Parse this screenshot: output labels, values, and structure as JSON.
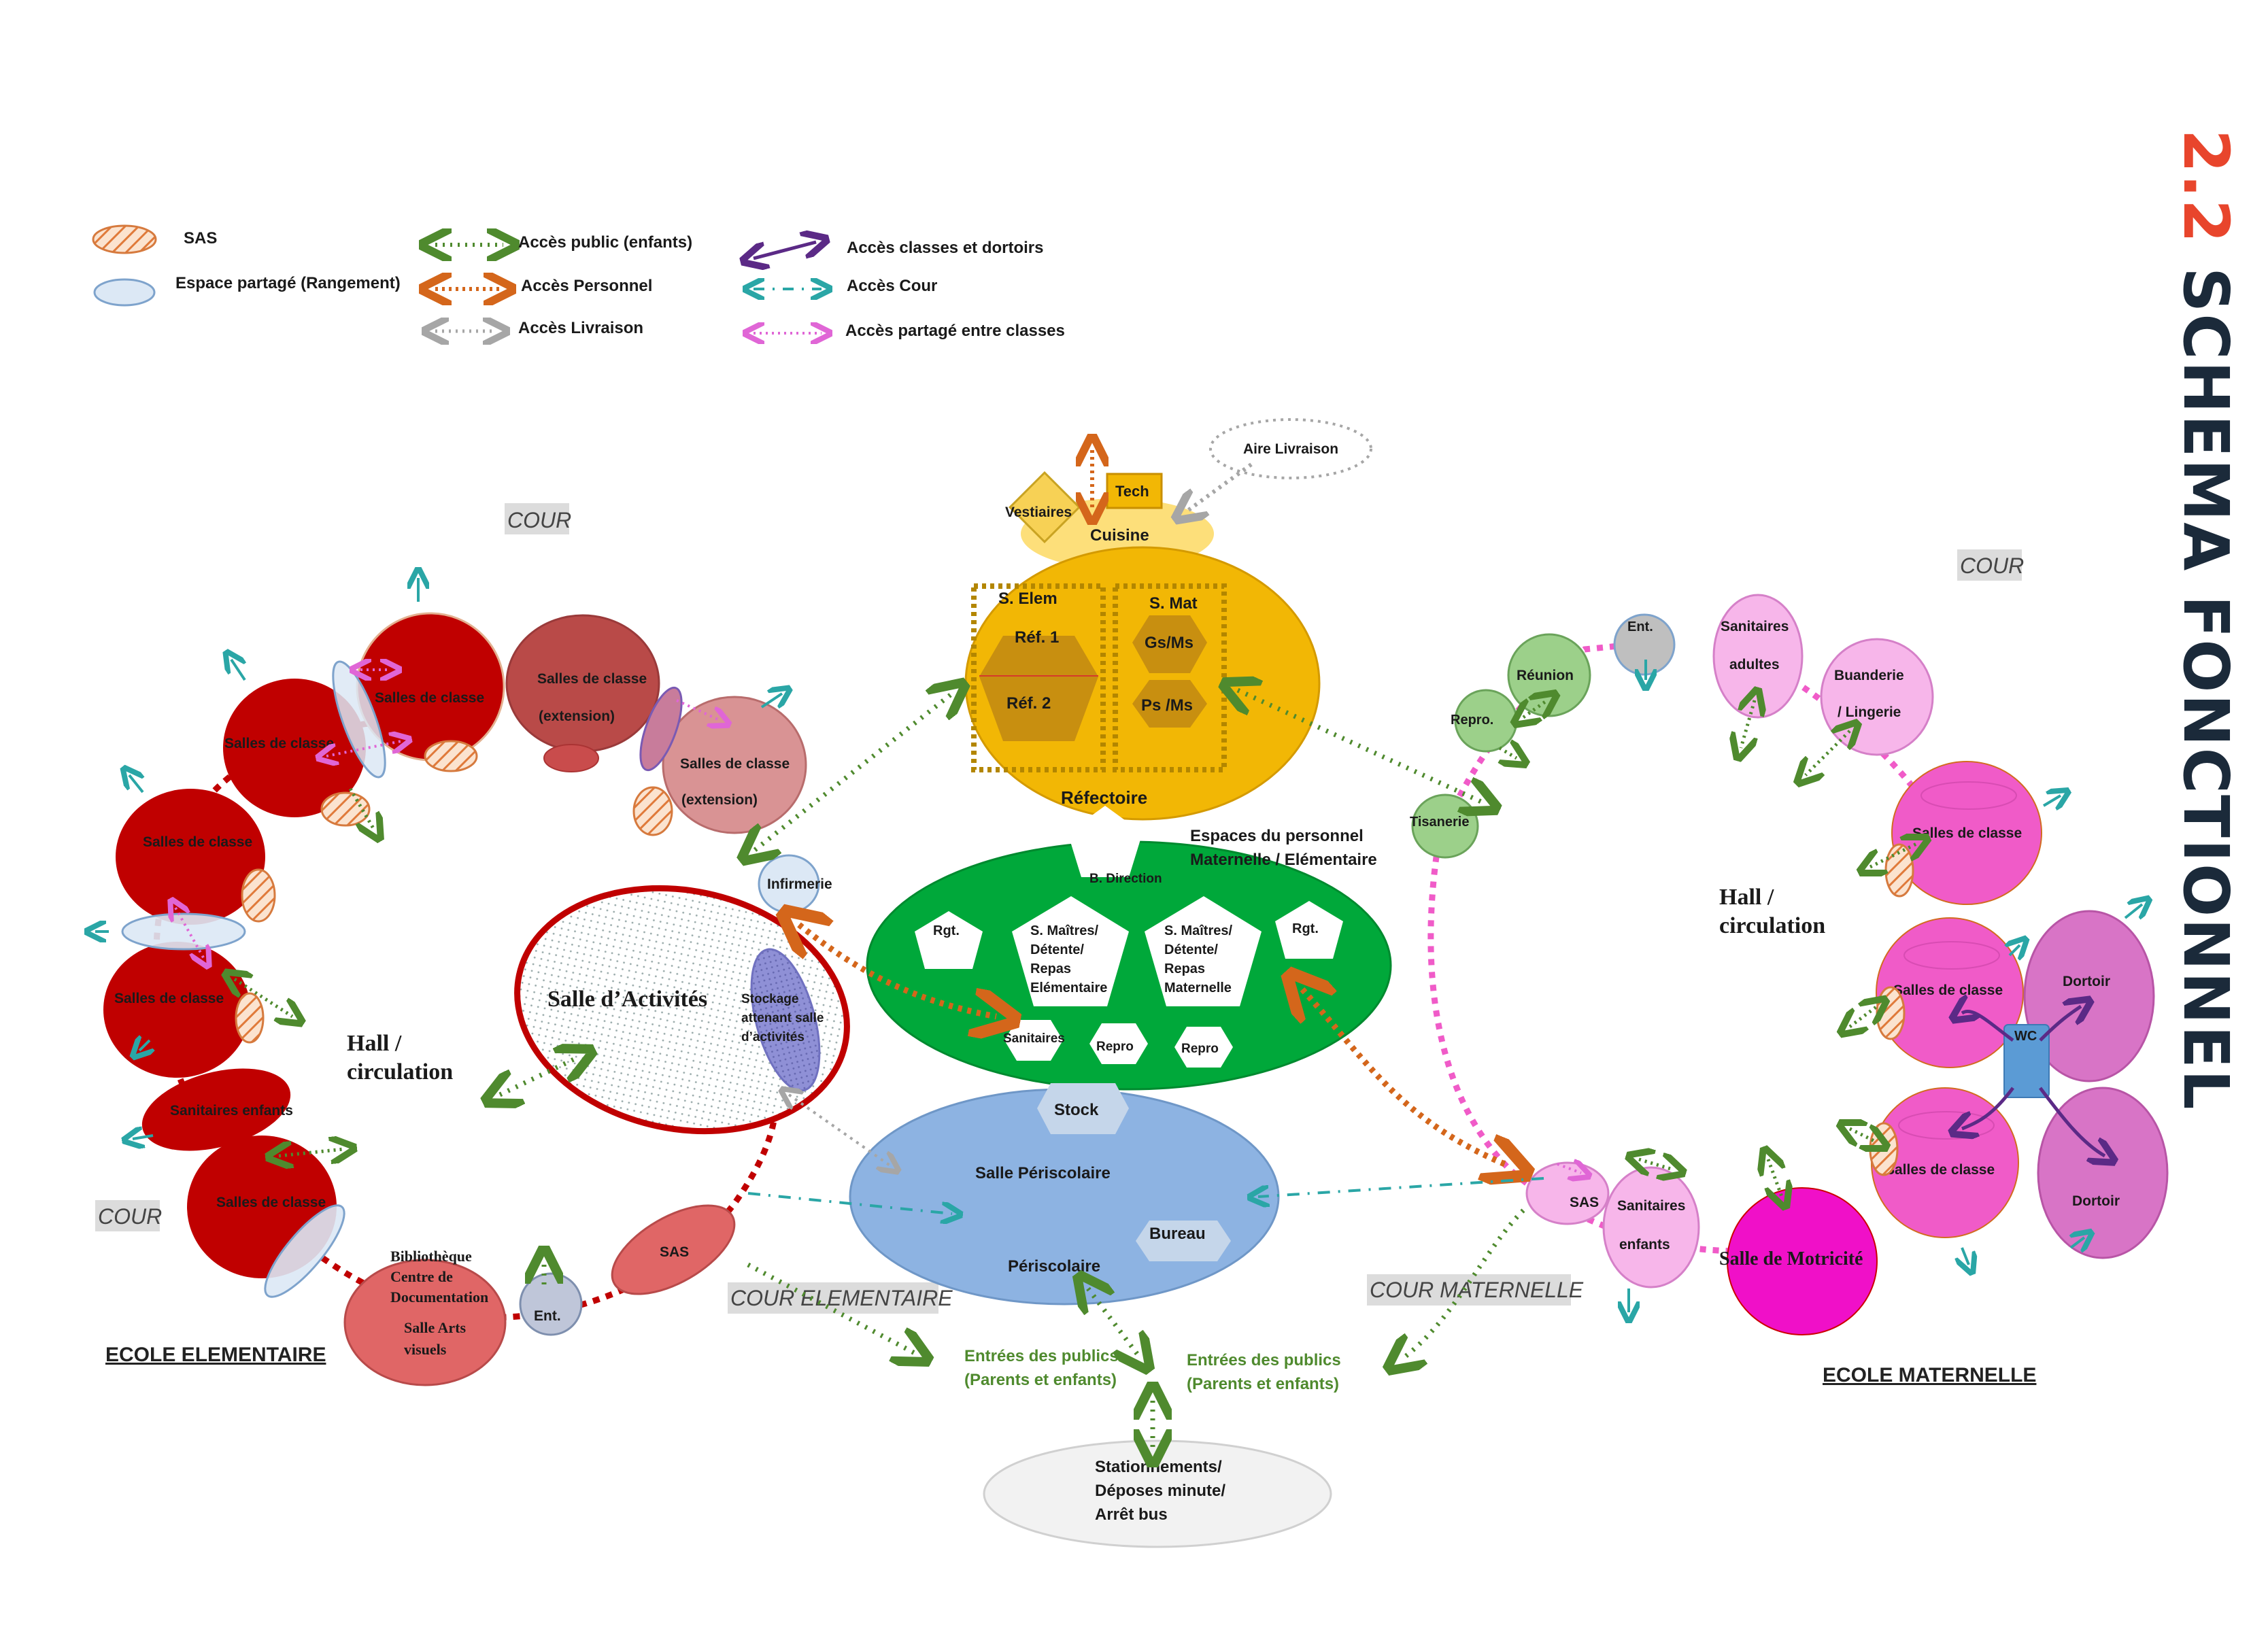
{
  "page_title": {
    "number": "2.2",
    "text": "SCHEMA FONCTIONNEL"
  },
  "legend": {
    "sas": "SAS",
    "shared": "Espace partagé (Rangement)",
    "public": "Accès public (enfants)",
    "staff": "Accès Personnel",
    "delivery": "Accès Livraison",
    "classes": "Accès classes et dortoirs",
    "cour": "Accès Cour",
    "shared_classes": "Accès partagé entre classes"
  },
  "colors": {
    "elementary": "#c00000",
    "maternelle": "#f05bc8",
    "refectoire": "#f2b705",
    "staff": "#00a83a",
    "periscolaire": "#8db3e2",
    "public_arrow": "#4f8a2e",
    "staff_arrow": "#d4661b",
    "delivery_arrow": "#a6a6a6",
    "classes_arrow": "#5b2a86",
    "cour_arrow": "#2aa6a6",
    "shared_arrow": "#e066d6"
  },
  "courtyards": {
    "cour_top_left": "COUR",
    "cour_left": "COUR",
    "cour_right": "COUR",
    "cour_elementaire": "COUR ELEMENTAIRE",
    "cour_maternelle": "COUR MATERNELLE"
  },
  "school_labels": {
    "elementaire": "ECOLE ELEMENTAIRE",
    "maternelle": "ECOLE MATERNELLE"
  },
  "elementary": {
    "classroom": "Salles de classe",
    "extension_a": "Salles de classe",
    "extension_b": "(extension)",
    "hall_a": "Hall /",
    "hall_b": "circulation",
    "sanitaires": "Sanitaires enfants",
    "bibliotheque_1": "Bibliothèque",
    "bibliotheque_2": "Centre de",
    "bibliotheque_3": "Documentation",
    "arts_1": "Salle Arts",
    "arts_2": "visuels",
    "ent": "Ent.",
    "sas": "SAS",
    "infirmerie": "Infirmerie"
  },
  "activities": {
    "title": "Salle d’Activités",
    "storage_1": "Stockage",
    "storage_2": "attenant salle",
    "storage_3": "d’activités"
  },
  "kitchen": {
    "cuisine": "Cuisine",
    "tech": "Tech",
    "vestiaires": "Vestiaires",
    "livraison": "Aire Livraison",
    "refectoire": "Réfectoire",
    "s_elem": "S. Elem",
    "s_mat": "S. Mat",
    "ref1": "Réf. 1",
    "ref2": "Réf. 2",
    "gsms": "Gs/Ms",
    "psms": "Ps /Ms"
  },
  "staff": {
    "title_1": "Espaces du personnel",
    "title_2": "Maternelle / Elémentaire",
    "direction": "B. Direction",
    "rgt": "Rgt.",
    "maitres_elem": [
      "S. Maîtres/",
      "Détente/",
      "Repas",
      "Elémentaire"
    ],
    "maitres_mat": [
      "S. Maîtres/",
      "Détente/",
      "Repas",
      "Maternelle"
    ],
    "sanitaires": "Sanitaires",
    "repro": "Repro"
  },
  "periscolaire": {
    "stock": "Stock",
    "salle": "Salle Périscolaire",
    "bureau": "Bureau",
    "title": "Périscolaire"
  },
  "entrances": {
    "left_1": "Entrées des publics",
    "left_2": "(Parents et enfants)",
    "right_1": "Entrées des publics",
    "right_2": "(Parents et enfants)",
    "parking_1": "Stationnements/",
    "parking_2": "Déposes minute/",
    "parking_3": "Arrêt bus"
  },
  "maternelle": {
    "ent": "Ent.",
    "reunion": "Réunion",
    "repro": "Repro.",
    "tisanerie": "Tisanerie",
    "sanitaires_adultes_1": "Sanitaires",
    "sanitaires_adultes_2": "adultes",
    "buanderie_1": "Buanderie",
    "buanderie_2": "/ Lingerie",
    "classroom": "Salles de classe",
    "dortoir": "Dortoir",
    "wc": "WC",
    "hall_a": "Hall /",
    "hall_b": "circulation",
    "sas": "SAS",
    "sanitaires_enfants_1": "Sanitaires",
    "sanitaires_enfants_2": "enfants",
    "motricite": "Salle de Motricité"
  }
}
